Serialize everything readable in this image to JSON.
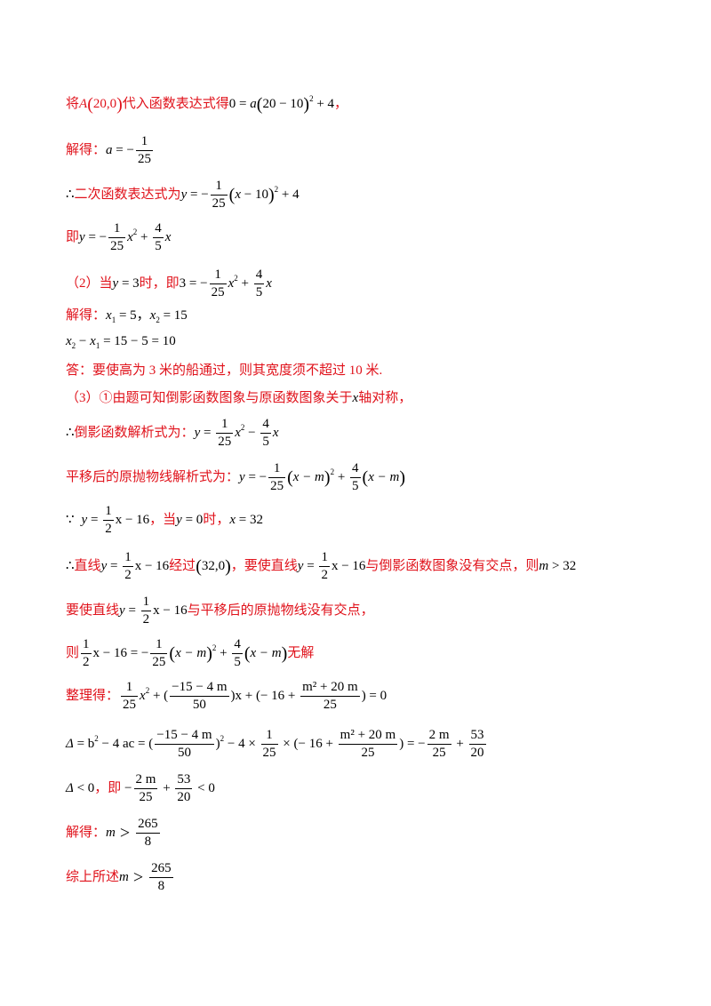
{
  "l1": {
    "a": "将",
    "b": "A",
    "c": "(",
    "d": "20,0",
    "e": ")",
    "f": "代入函数表达式得",
    "g": "0",
    "h": " = ",
    "i": "a",
    "j": "(",
    "k": "20 − 10",
    "l": ")",
    "m": "2",
    "n": " + 4",
    "o": "，"
  },
  "l2": {
    "a": "解得：",
    "b": "a",
    "c": " = −",
    "num": "1",
    "den": "25"
  },
  "l3": {
    "a": "∴",
    "b": "二次函数表达式为",
    "c": "y",
    "d": " = −",
    "num": "1",
    "den": "25",
    "e": "(",
    "f": "x",
    "g": " − 10",
    "h": ")",
    "i": "2",
    "j": " + 4"
  },
  "l4": {
    "a": "即",
    "b": "y",
    "c": " = −",
    "num1": "1",
    "den1": "25",
    "d": "x",
    "e": "2",
    "f": " + ",
    "num2": "4",
    "den2": "5",
    "g": "x"
  },
  "l5": {
    "a": "（2）当",
    "b": "y",
    "c": " = 3",
    "d": "时，即",
    "e": "3 = −",
    "num1": "1",
    "den1": "25",
    "f": "x",
    "g": "2",
    "h": " + ",
    "num2": "4",
    "den2": "5",
    "i": "x"
  },
  "l6": {
    "a": "解得：",
    "b": "x",
    "c": "1",
    "d": " = 5，",
    "e": "x",
    "f": "2",
    "g": " = 15"
  },
  "l7": {
    "a": "x",
    "b": "2",
    "c": " − ",
    "d": "x",
    "e": "1",
    "f": " = 15 − 5 = 10"
  },
  "l8": {
    "a": "答：要使高为 3 米的船通过，则其宽度须不超过 10 米."
  },
  "l9": {
    "a": "（3）①由题可知倒影函数图象与原函数图象关于",
    "b": "x",
    "c": "轴对称，"
  },
  "l10": {
    "a": "∴",
    "b": "倒影函数解析式为：",
    "c": "y",
    "d": " = ",
    "num1": "1",
    "den1": "25",
    "e": "x",
    "f": "2",
    "g": " − ",
    "num2": "4",
    "den2": "5",
    "h": "x"
  },
  "l11": {
    "a": "平移后的原抛物线解析式为：",
    "b": "y",
    "c": " = −",
    "num1": "1",
    "den1": "25",
    "d": "(",
    "e": "x − m",
    "f": ")",
    "g": "2",
    "h": " + ",
    "num2": "4",
    "den2": "5",
    "i": "(",
    "j": "x − m",
    "k": ")"
  },
  "l12": {
    "a": "∵",
    "b": "y",
    "c": " = ",
    "num": "1",
    "den": "2",
    "d": "x − 16",
    "e": "，当",
    "f": "y",
    "g": " = 0",
    "h": "时，",
    "i": "x",
    "j": " = 32"
  },
  "l13": {
    "a": "∴",
    "b": "直线",
    "c": "y",
    "d": " = ",
    "num1": "1",
    "den1": "2",
    "e": "x − 16",
    "f": "经过",
    "g": "(",
    "h": "32,0",
    "i": ")",
    "j": "，要使直线",
    "k": "y",
    "l": " = ",
    "num2": "1",
    "den2": "2",
    "m": "x − 16",
    "n": "与倒影函数图象没有交点，则",
    "o": "m",
    "p": " > 32"
  },
  "l14": {
    "a": "要使直线",
    "b": "y",
    "c": " = ",
    "num": "1",
    "den": "2",
    "d": "x − 16",
    "e": "与平移后的原抛物线没有交点，"
  },
  "l15": {
    "a": "则",
    "num1": "1",
    "den1": "2",
    "b": "x − 16 = −",
    "num2": "1",
    "den2": "25",
    "c": "(",
    "d": "x − m",
    "e": ")",
    "f": "2",
    "g": " + ",
    "num3": "4",
    "den3": "5",
    "h": "(",
    "i": "x − m",
    "j": ")",
    "k": "无解"
  },
  "l16": {
    "a": "整理得：",
    "num1": "1",
    "den1": "25",
    "b": "x",
    "c": "2",
    "d": " + (",
    "num2": "−15 − 4 m",
    "den2": "50",
    "e": ")",
    "f": "x + (",
    "g": "− 16 + ",
    "num3": "m² + 20 m",
    "den3": "25",
    "h": ") = 0"
  },
  "l17": {
    "a": "Δ",
    "b": " = b",
    "c": "2",
    "d": " − 4 ac = (",
    "num1": "−15 − 4 m",
    "den1": "50",
    "e": ")",
    "f": "2",
    "g": " − 4 × ",
    "num2": "1",
    "den2": "25",
    "h": " × (",
    "i": "− 16 + ",
    "num3": "m² + 20 m",
    "den3": "25",
    "j": ") = −",
    "num4": "2 m",
    "den4": "25",
    "k": " + ",
    "num5": "53",
    "den5": "20"
  },
  "l18": {
    "a": "Δ",
    "b": " < 0",
    "c": "，即",
    "d": " −",
    "num1": "2 m",
    "den1": "25",
    "e": " + ",
    "num2": "53",
    "den2": "20",
    "f": " < 0"
  },
  "l19": {
    "a": "解得：",
    "b": "m",
    "c": " > ",
    "num": "265",
    "den": "8"
  },
  "l20": {
    "a": "综上所述",
    "b": "m",
    "c": " > ",
    "num": "265",
    "den": "8"
  }
}
